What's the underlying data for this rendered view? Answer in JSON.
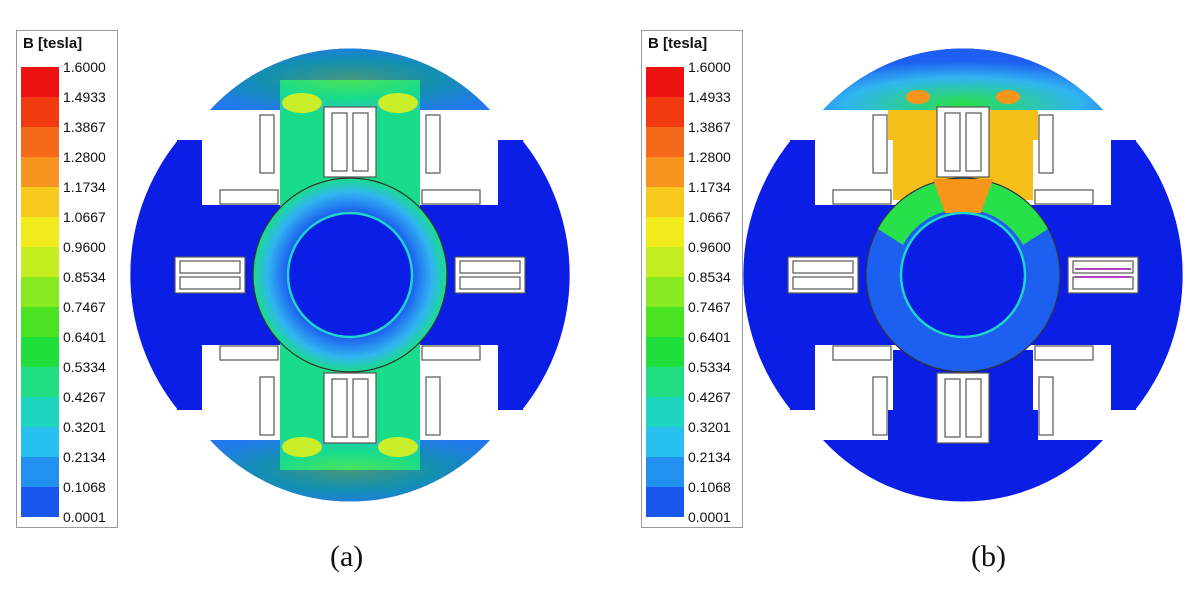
{
  "colors": {
    "background": "#ffffff",
    "blue_dark": "#0a1ee6",
    "blue": "#1d5ff0",
    "blue_mid": "#2b7ff3",
    "light_blue": "#31b5f0",
    "cyan": "#1ed6c7",
    "green_cyan": "#19dc8a",
    "green": "#28e04a",
    "light_green": "#6ee83a",
    "yellow_green": "#c9ef2a",
    "yellow": "#f3e21c",
    "orange_yellow": "#f6bf1a",
    "orange": "#f6951a",
    "red": "#ee1c1c"
  },
  "legend": {
    "title": "B [tesla]",
    "values": [
      "1.6000",
      "1.4933",
      "1.3867",
      "1.2800",
      "1.1734",
      "1.0667",
      "0.9600",
      "0.8534",
      "0.7467",
      "0.6401",
      "0.5334",
      "0.4267",
      "0.3201",
      "0.2134",
      "0.1068",
      "0.0001"
    ],
    "colors": [
      "#ee1111",
      "#f23a10",
      "#f5691a",
      "#f89521",
      "#f7c91c",
      "#f2ec1c",
      "#c4ee1f",
      "#88ea21",
      "#49e324",
      "#20de3c",
      "#22de83",
      "#1ed6c0",
      "#28c0ef",
      "#2290ef",
      "#1a57ee",
      "#0a1ee6"
    ]
  },
  "panels": [
    {
      "caption": "(a)"
    },
    {
      "caption": "(b)"
    }
  ]
}
